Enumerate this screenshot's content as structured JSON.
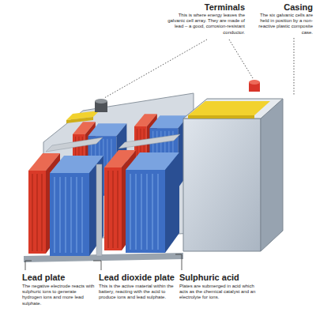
{
  "diagram": {
    "labels": [
      "Terminals",
      "This is where energy leaves the galvanic cell array. They are made of lead – a good, corrosion-resistant conductor.",
      "Casing",
      "The six galvanic cells are held in position by a non-reactive plastic composite case.",
      "Lead plate",
      "The negative electrode reacts with sulphuric ions to generate hydrogen ions and more lead sulphate.",
      "Lead dioxide plate",
      "This is the active material within the battery, reacting with the acid to produce ions and lead sulphate.",
      "Sulphuric acid",
      "Plates are submerged in acid which acts as the chemical catalyst and an electrolyte for ions."
    ]
  }
}
